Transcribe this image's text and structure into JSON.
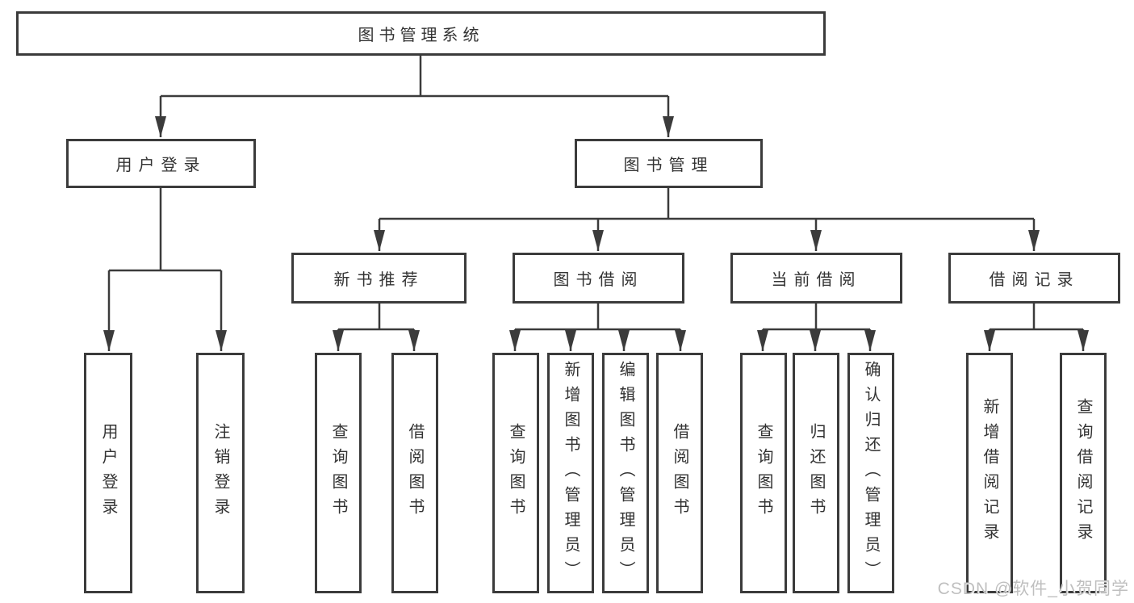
{
  "diagram": {
    "root": {
      "label": "图书管理系统"
    },
    "branches": [
      {
        "label": "用户登录",
        "children": [
          {
            "label": "用户登录"
          },
          {
            "label": "注销登录"
          }
        ]
      },
      {
        "label": "图书管理",
        "children": [
          {
            "label": "新书推荐",
            "children": [
              {
                "label": "查询图书"
              },
              {
                "label": "借阅图书"
              }
            ]
          },
          {
            "label": "图书借阅",
            "children": [
              {
                "label": "查询图书"
              },
              {
                "label": "新增图书（管理员）"
              },
              {
                "label": "编辑图书（管理员）"
              },
              {
                "label": "借阅图书"
              }
            ]
          },
          {
            "label": "当前借阅",
            "children": [
              {
                "label": "查询图书"
              },
              {
                "label": "归还图书"
              },
              {
                "label": "确认归还（管理员）"
              }
            ]
          },
          {
            "label": "借阅记录",
            "children": [
              {
                "label": "新增借阅记录"
              },
              {
                "label": "查询借阅记录"
              }
            ]
          }
        ]
      }
    ]
  },
  "watermark": {
    "text": "CSDN @软件_小贺同学"
  },
  "colors": {
    "line": "#3b3b3b",
    "box_border": "#3b3b3b",
    "text": "#333333",
    "background": "#ffffff",
    "watermark": "#bfbfbf"
  }
}
